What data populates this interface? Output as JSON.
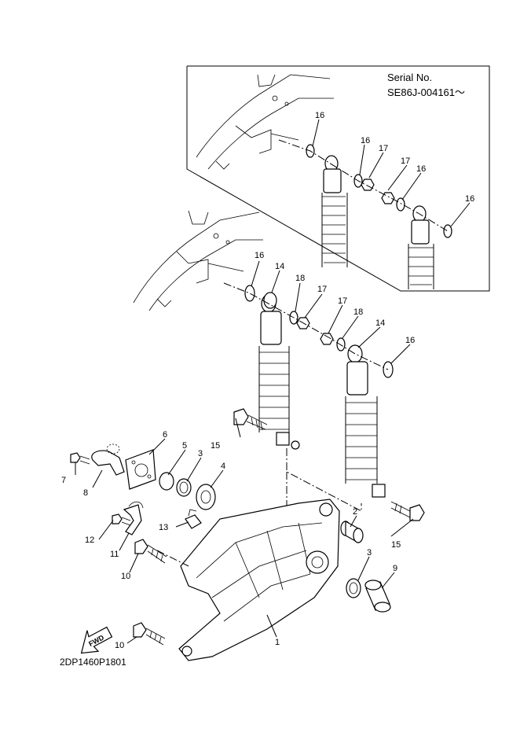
{
  "inset": {
    "serial_label": "Serial No.",
    "serial_value": "SE86J-004161〜"
  },
  "callouts": {
    "c1": "1",
    "c2": "2",
    "c3a": "3",
    "c3b": "3",
    "c4": "4",
    "c5": "5",
    "c6": "6",
    "c7": "7",
    "c8": "8",
    "c9": "9",
    "c10a": "10",
    "c10b": "10",
    "c11": "11",
    "c12": "12",
    "c13": "13",
    "c14a": "14",
    "c14b": "14",
    "c15a": "15",
    "c15b": "15",
    "c16a": "16",
    "c16b": "16",
    "c16c": "16",
    "c16d": "16",
    "c16e": "16",
    "c16f": "16",
    "c17a": "17",
    "c17b": "17",
    "c17c": "17",
    "c17d": "17",
    "c18a": "18",
    "c18b": "18"
  },
  "fwd_label": "FWD",
  "diagram_code": "2DP1460P1801"
}
